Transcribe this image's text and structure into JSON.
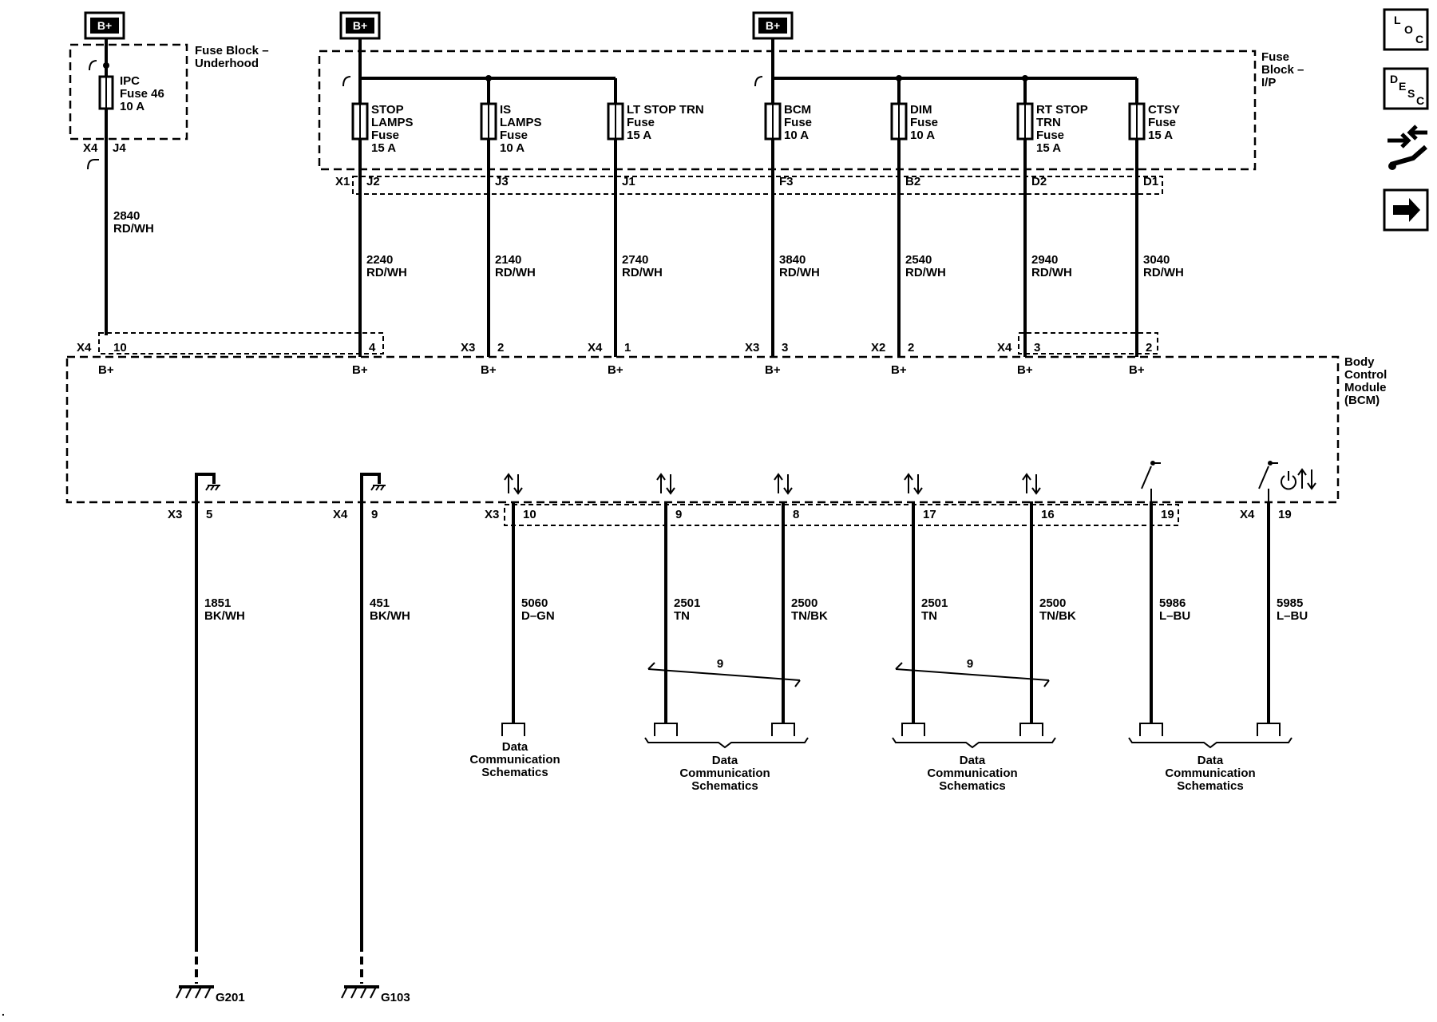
{
  "sources": {
    "b_plus": "B+"
  },
  "fuse_block_underhood": {
    "label_1": "Fuse Block –",
    "label_2": "Underhood",
    "fuse_lines": [
      "IPC",
      "Fuse 46",
      "10 A"
    ],
    "conn": "X4",
    "pin": "J4",
    "wire_no": "2840",
    "wire_color": "RD/WH"
  },
  "fuse_block_ip": {
    "label_1": "Fuse",
    "label_2": "Block –",
    "label_3": "I/P",
    "conn": "X1",
    "fuses": [
      {
        "lines": [
          "STOP",
          "LAMPS",
          "Fuse",
          "15 A"
        ],
        "pin": "J2",
        "wire_no": "2240",
        "wire_color": "RD/WH",
        "bcm_conn": "",
        "bcm_pin": "4",
        "bplus": "B+"
      },
      {
        "lines": [
          "IS",
          "LAMPS",
          "Fuse",
          "10 A"
        ],
        "pin": "J3",
        "wire_no": "2140",
        "wire_color": "RD/WH",
        "bcm_conn": "X3",
        "bcm_pin": "2",
        "bplus": "B+"
      },
      {
        "lines": [
          "LT STOP TRN",
          "Fuse",
          "15 A"
        ],
        "pin": "J1",
        "wire_no": "2740",
        "wire_color": "RD/WH",
        "bcm_conn": "X4",
        "bcm_pin": "1",
        "bplus": "B+"
      },
      {
        "lines": [
          "BCM",
          "Fuse",
          "10 A"
        ],
        "pin": "F3",
        "wire_no": "3840",
        "wire_color": "RD/WH",
        "bcm_conn": "X3",
        "bcm_pin": "3",
        "bplus": "B+"
      },
      {
        "lines": [
          "DIM",
          "Fuse",
          "10 A"
        ],
        "pin": "B2",
        "wire_no": "2540",
        "wire_color": "RD/WH",
        "bcm_conn": "X2",
        "bcm_pin": "2",
        "bplus": "B+"
      },
      {
        "lines": [
          "RT STOP",
          "TRN",
          "Fuse",
          "15 A"
        ],
        "pin": "D2",
        "wire_no": "2940",
        "wire_color": "RD/WH",
        "bcm_conn": "X4",
        "bcm_pin": "3",
        "bplus": "B+"
      },
      {
        "lines": [
          "CTSY",
          "Fuse",
          "15 A"
        ],
        "pin": "D1",
        "wire_no": "3040",
        "wire_color": "RD/WH",
        "bcm_conn": "",
        "bcm_pin": "2",
        "bplus": "B+"
      }
    ]
  },
  "bcm": {
    "label_lines": [
      "Body",
      "Control",
      "Module",
      "(BCM)"
    ],
    "top_first_conn": "X4",
    "top_first_pin": "10",
    "top_first_bplus": "B+"
  },
  "bottom_circuits": [
    {
      "conn": "X3",
      "pin": "5",
      "wire_no": "1851",
      "wire_color": "BK/WH",
      "ground": "G201"
    },
    {
      "conn": "X4",
      "pin": "9",
      "wire_no": "451",
      "wire_color": "BK/WH",
      "ground": "G103"
    },
    {
      "conn": "X3",
      "pin": "10",
      "wire_no": "5060",
      "wire_color": "D–GN"
    },
    {
      "conn": "",
      "pin": "9",
      "wire_no": "2501",
      "wire_color": "TN"
    },
    {
      "conn": "",
      "pin": "8",
      "wire_no": "2500",
      "wire_color": "TN/BK"
    },
    {
      "conn": "",
      "pin": "17",
      "wire_no": "2501",
      "wire_color": "TN"
    },
    {
      "conn": "",
      "pin": "16",
      "wire_no": "2500",
      "wire_color": "TN/BK"
    },
    {
      "conn": "",
      "pin": "19",
      "wire_no": "5986",
      "wire_color": "L–BU"
    },
    {
      "conn": "X4",
      "pin": "19",
      "wire_no": "5985",
      "wire_color": "L–BU"
    }
  ],
  "twist_labels": [
    "9",
    "9"
  ],
  "data_comm": {
    "line1": "Data",
    "line2": "Communication",
    "line3": "Schematics"
  },
  "nav": {
    "loc": {
      "a": "L",
      "b": "O",
      "c": "C"
    },
    "desc": {
      "a": "D",
      "b": "E",
      "c": "S",
      "d": "C"
    }
  }
}
